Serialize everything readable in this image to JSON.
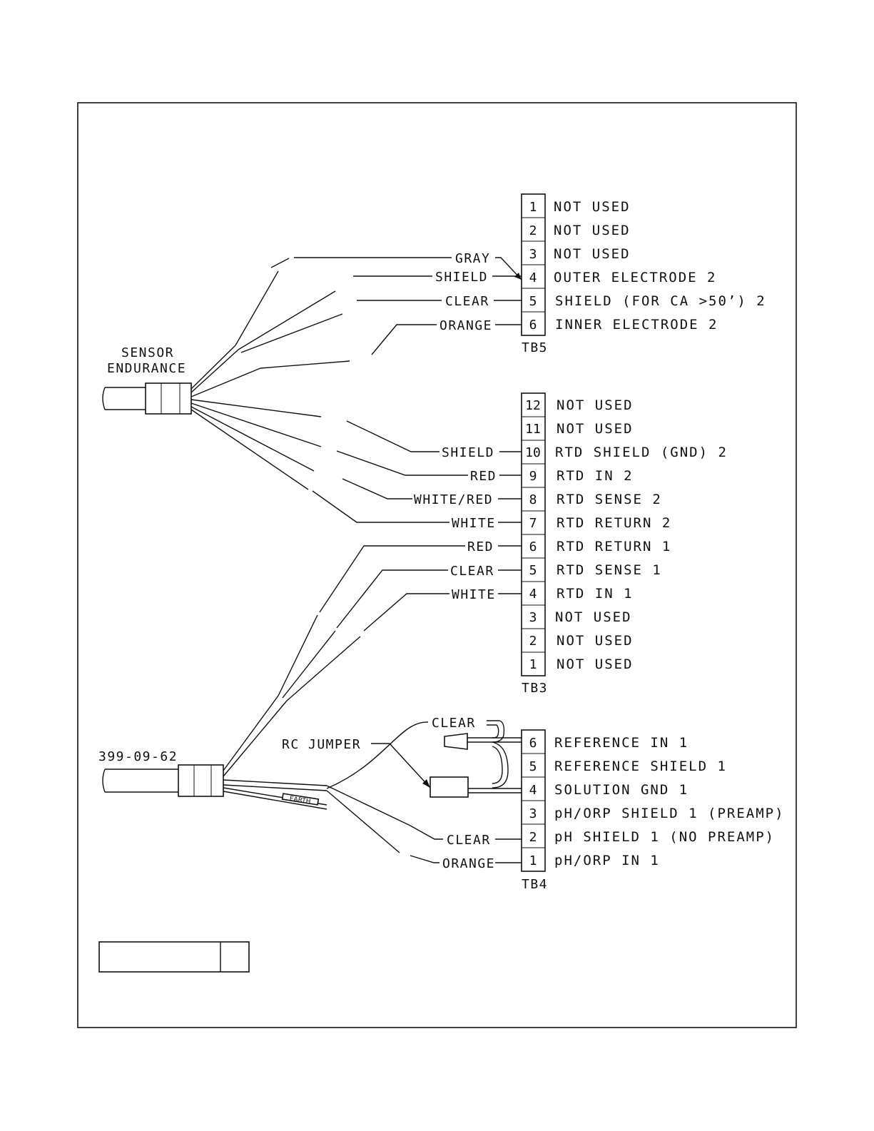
{
  "sensor_label_line1": "SENSOR",
  "sensor_label_line2": "ENDURANCE",
  "cable_part": "399-09-62",
  "rc_jumper": "RC JUMPER",
  "earth_label": "EARTH",
  "tb5": {
    "name": "TB5",
    "terminals": [
      {
        "num": "1",
        "desc": "NOT USED"
      },
      {
        "num": "2",
        "desc": "NOT USED"
      },
      {
        "num": "3",
        "desc": "NOT USED"
      },
      {
        "num": "4",
        "desc": "OUTER ELECTRODE 2"
      },
      {
        "num": "5",
        "desc": "SHIELD (FOR CA >50’) 2"
      },
      {
        "num": "6",
        "desc": "INNER ELECTRODE 2"
      }
    ],
    "wires": [
      "GRAY",
      "SHIELD",
      "CLEAR",
      "ORANGE"
    ]
  },
  "tb3": {
    "name": "TB3",
    "terminals": [
      {
        "num": "12",
        "desc": "NOT USED"
      },
      {
        "num": "11",
        "desc": "NOT USED"
      },
      {
        "num": "10",
        "desc": "RTD SHIELD (GND) 2"
      },
      {
        "num": "9",
        "desc": "RTD IN 2"
      },
      {
        "num": "8",
        "desc": "RTD SENSE 2"
      },
      {
        "num": "7",
        "desc": "RTD RETURN 2"
      },
      {
        "num": "6",
        "desc": "RTD RETURN 1"
      },
      {
        "num": "5",
        "desc": "RTD SENSE 1"
      },
      {
        "num": "4",
        "desc": "RTD IN 1"
      },
      {
        "num": "3",
        "desc": "NOT USED"
      },
      {
        "num": "2",
        "desc": "NOT USED"
      },
      {
        "num": "1",
        "desc": "NOT USED"
      }
    ],
    "wires": [
      "SHIELD",
      "RED",
      "WHITE/RED",
      "WHITE",
      "RED",
      "CLEAR",
      "WHITE"
    ]
  },
  "tb4": {
    "name": "TB4",
    "terminals": [
      {
        "num": "6",
        "desc": "REFERENCE IN 1"
      },
      {
        "num": "5",
        "desc": "REFERENCE SHIELD 1"
      },
      {
        "num": "4",
        "desc": "SOLUTION GND 1"
      },
      {
        "num": "3",
        "desc": "pH/ORP SHIELD 1 (PREAMP)"
      },
      {
        "num": "2",
        "desc": "pH SHIELD 1 (NO PREAMP)"
      },
      {
        "num": "1",
        "desc": "pH/ORP IN 1"
      }
    ],
    "wires": [
      "CLEAR",
      "CLEAR",
      "ORANGE"
    ]
  }
}
